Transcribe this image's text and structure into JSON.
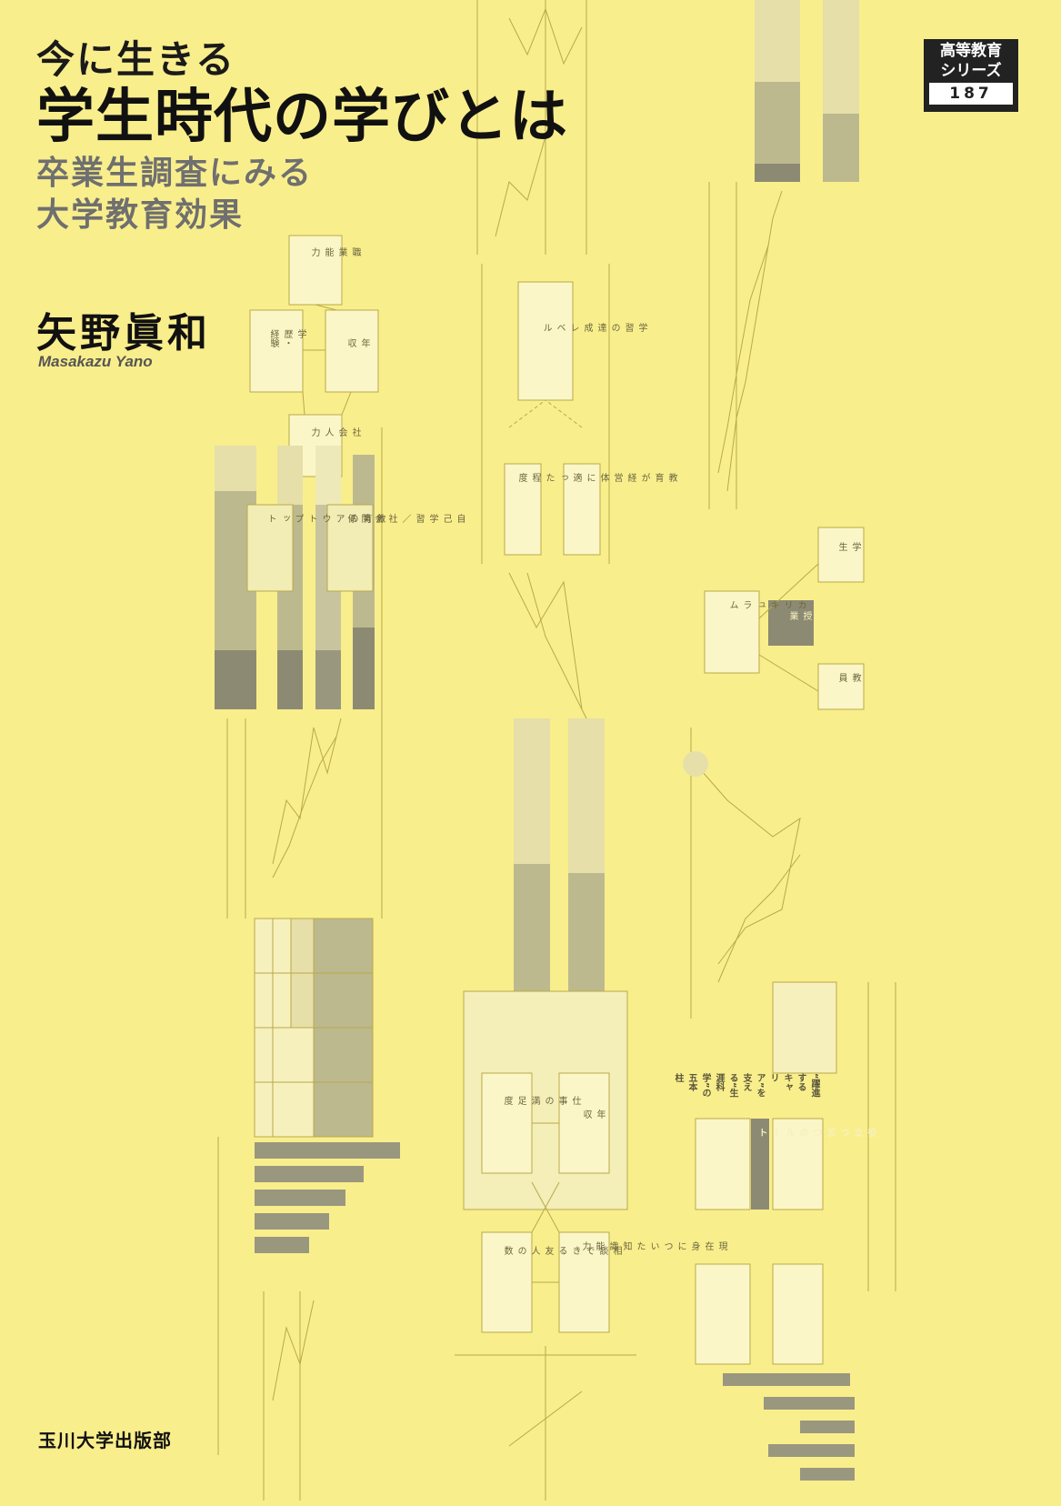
{
  "title": {
    "line1": "今に生きる",
    "line2": "学生時代の学びとは",
    "subtitle1": "卒業生調査にみる",
    "subtitle2": "大学教育効果"
  },
  "author": {
    "name": "矢野眞和",
    "roman": "Masakazu Yano"
  },
  "series": {
    "line1": "高等教育",
    "line2": "シリーズ",
    "number": "187"
  },
  "publisher": "玉川大学出版部",
  "background_labels": {
    "box_gakureki": "学歴・経験",
    "box_shokugyo": "職業能力",
    "box_nenshu": "年収",
    "box_shakaijinryoku": "社会人力",
    "box_output": "教育のアウトプット",
    "box_jiko": "自己学習／社会関係",
    "box_shigoto": "仕事の満足度",
    "box_nenshu2": "年収",
    "box_soudan": "相談できる友人の数",
    "box_genzai": "現在身についた知識能力",
    "box_gakushu": "学習の達成レベル",
    "box_kyouiku": "教育が経営体に適った程度",
    "box_curriculum": "カリキュラム",
    "box_jugyou": "授業",
    "box_gakusei": "学生",
    "box_kyouin": "教員",
    "route": "役立つ五つのルート",
    "career": "“躍進するキャリア”を支える“生涯科学”の五本柱"
  },
  "colors": {
    "background": "#f9ee8c",
    "text_dark": "#111111",
    "text_gray": "#6f6f6f",
    "diagram_line": "#b9a94a",
    "bar_light": "#e6dfa9",
    "bar_mid": "#bdb98e",
    "bar_dark": "#8d8a73"
  }
}
